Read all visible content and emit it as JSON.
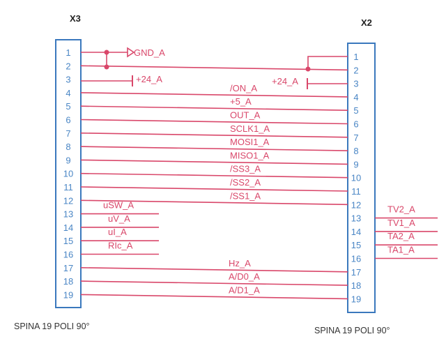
{
  "connectors": {
    "left": {
      "ref": "X3",
      "footprint": "SPINA 19 POLI 90°",
      "pin_count": 19
    },
    "right": {
      "ref": "X2",
      "footprint": "SPINA 19 POLI 90°",
      "pin_count": 19
    }
  },
  "power_labels": {
    "gnd": "GND_A",
    "v24_left": "+24_A",
    "v24_right": "+24_A"
  },
  "bus_labels": [
    "/ON_A",
    "+5_A",
    "OUT_A",
    "SCLK1_A",
    "MOSI1_A",
    "MISO1_A",
    "/SS3_A",
    "/SS2_A",
    "/SS1_A"
  ],
  "left_only_labels": [
    "uSW_A",
    "uV_A",
    "uI_A",
    "RIc_A"
  ],
  "right_only_labels": [
    "TV2_A",
    "TV1_A",
    "TA2_A",
    "TA1_A"
  ],
  "bottom_labels": [
    "Hz_A",
    "A/D0_A",
    "A/D1_A"
  ],
  "colors": {
    "wire": "#d9476a",
    "connector": "#3a78bd"
  }
}
